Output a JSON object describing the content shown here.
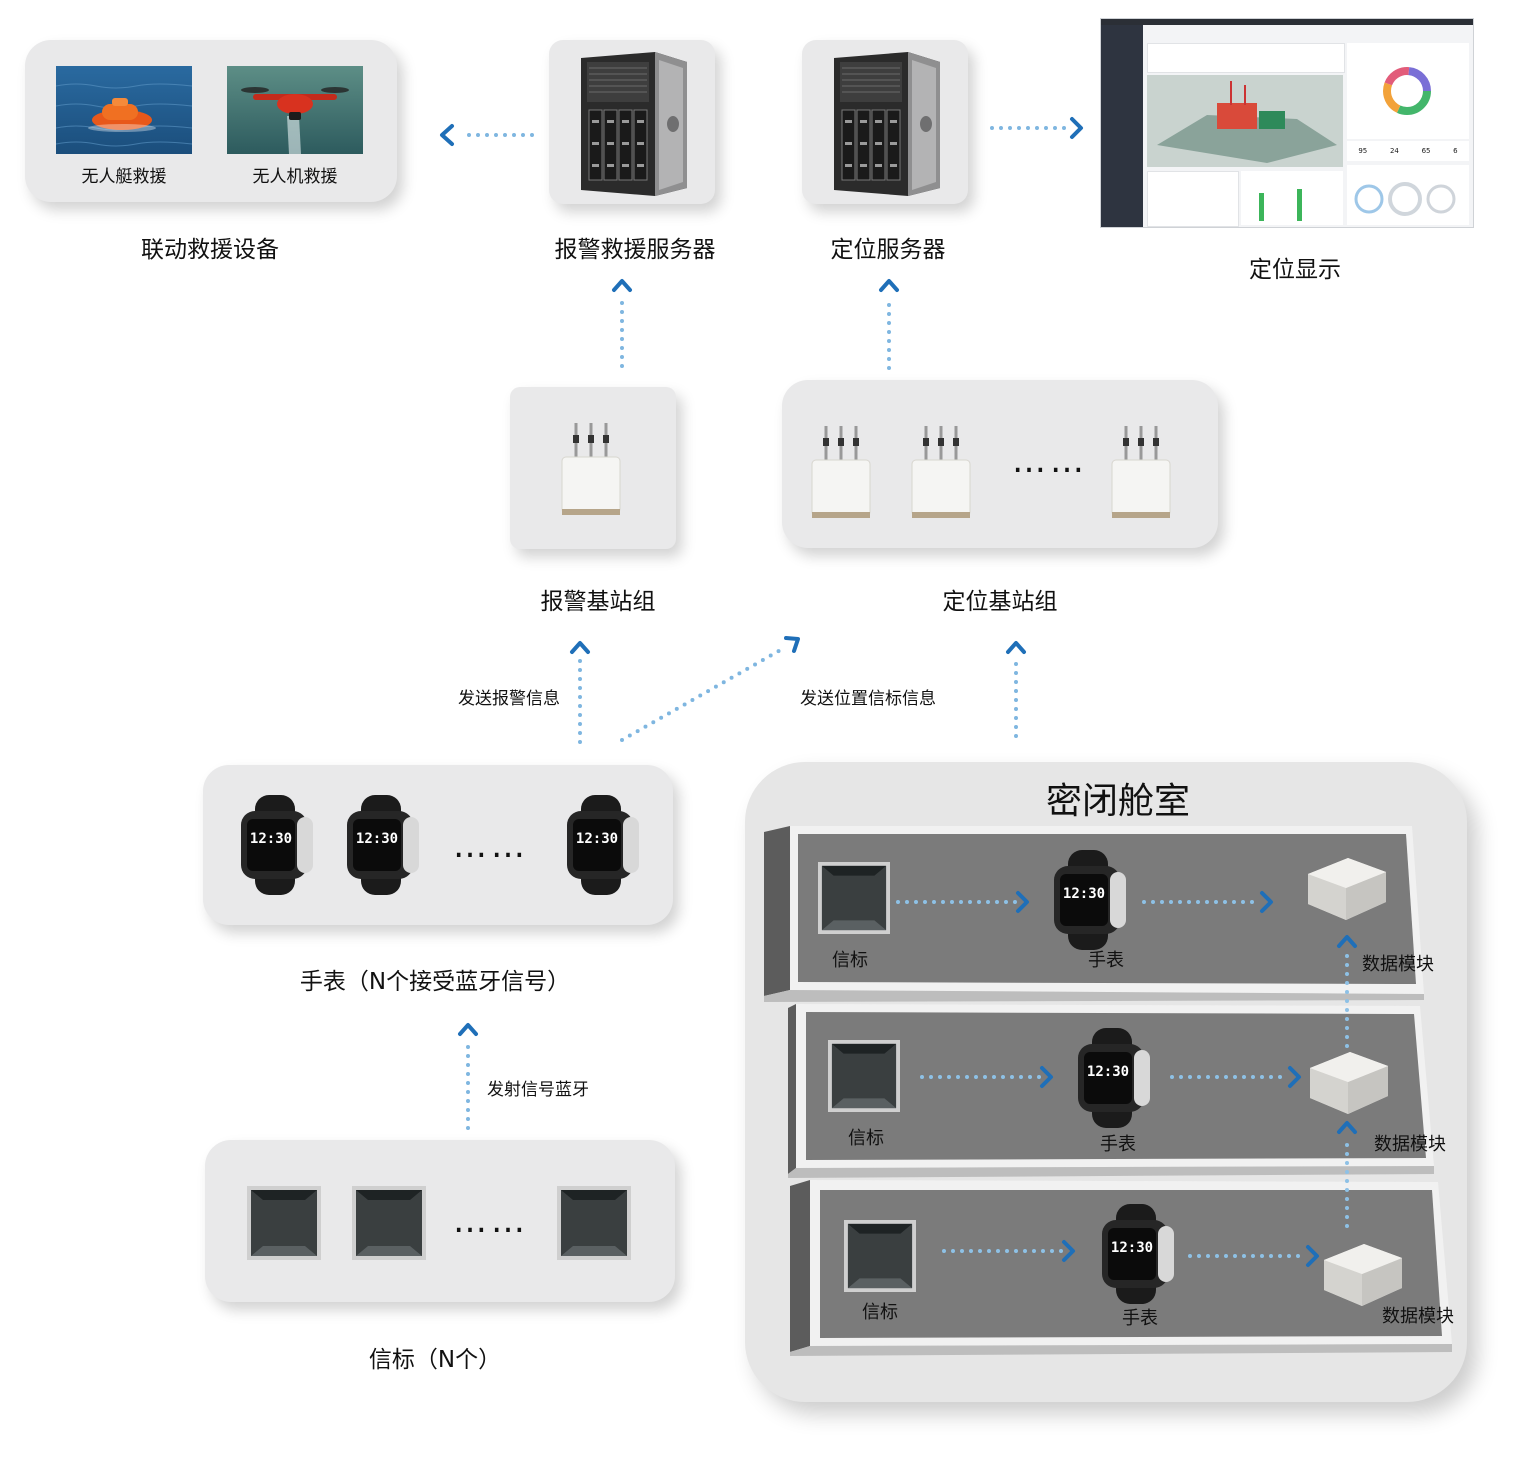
{
  "top": {
    "rescue_devices": {
      "label": "联动救援设备",
      "boat_caption": "无人艇救援",
      "drone_caption": "无人机救援"
    },
    "alarm_server": {
      "label": "报警救援服务器"
    },
    "location_server": {
      "label": "定位服务器"
    },
    "display": {
      "label": "定位显示"
    }
  },
  "middle": {
    "alarm_station_group": {
      "label": "报警基站组"
    },
    "location_station_group": {
      "label": "定位基站组",
      "ellipsis": "……"
    }
  },
  "flows": {
    "send_alarm": "发送报警信息",
    "send_position": "发送位置信标信息",
    "emit_bluetooth": "发射信号蓝牙"
  },
  "watches": {
    "label": "手表（N个接受蓝牙信号）",
    "ellipsis": "……",
    "time": "12:30"
  },
  "beacons": {
    "label": "信标（N个）",
    "ellipsis": "……"
  },
  "cabin": {
    "title": "密闭舱室",
    "decks": [
      {
        "beacon": "信标",
        "watch": "手表",
        "module": "数据模块"
      },
      {
        "beacon": "信标",
        "watch": "手表",
        "module": "数据模块"
      },
      {
        "beacon": "信标",
        "watch": "手表",
        "module": "数据模块"
      }
    ]
  },
  "dashboard": {
    "stats": [
      "95",
      "24",
      "65",
      "6"
    ]
  },
  "colors": {
    "arrow": "#1f6fb8",
    "arrow_light": "#7fb6e0",
    "card": "#e9e9ea",
    "deck": "#7a7a7a"
  }
}
